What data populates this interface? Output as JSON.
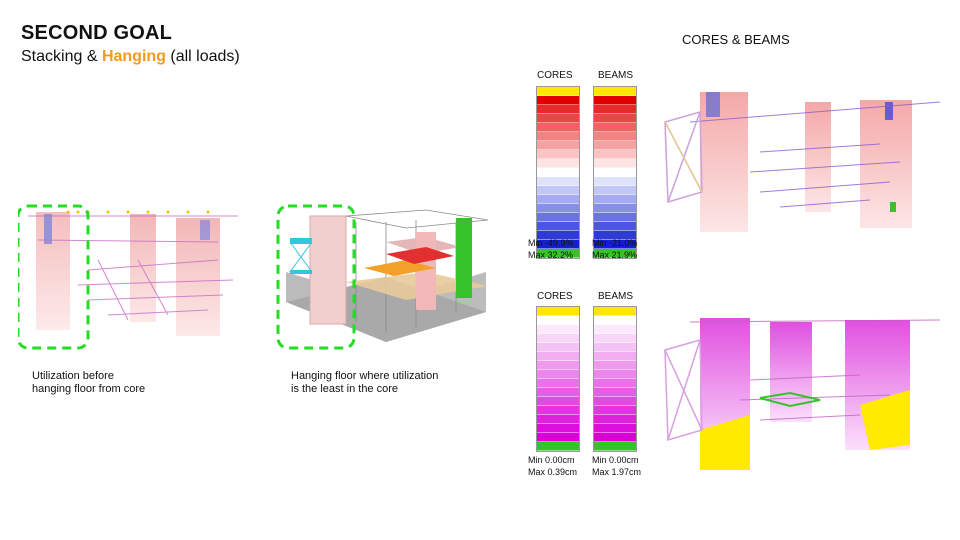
{
  "slide": {
    "title": "SECOND GOAL",
    "subtitle_prefix": "Stacking  & ",
    "subtitle_highlight": "Hanging",
    "subtitle_suffix": " (all loads)",
    "highlight_color": "#f39a1e"
  },
  "right_panel": {
    "title": "CORES & BEAMS"
  },
  "legends": {
    "utilization": {
      "cores_header": "CORES",
      "beams_header": "BEAMS",
      "cores_min": "Min -49.9%",
      "cores_max": "Max 32.2%",
      "beams_min": "Min -21.0%",
      "beams_max": "Max 21.9%"
    },
    "displacement": {
      "cores_header": "CORES",
      "beams_header": "BEAMS",
      "cores_min": "Min 0.00cm",
      "cores_max": "Max 0.39cm",
      "beams_min": "Min 0.00cm",
      "beams_max": "Max 1.97cm"
    }
  },
  "captions": {
    "left_line1": "Utilization before",
    "left_line2": "hanging floor from core",
    "mid_line1": "Hanging floor where utilization",
    "mid_line2": "is the least in the core"
  },
  "colors": {
    "callout_green": "#22dd22",
    "hanging_cyan": "#33c6dd",
    "floor_orange": "#f3a02a",
    "floor_red": "#e23030"
  }
}
